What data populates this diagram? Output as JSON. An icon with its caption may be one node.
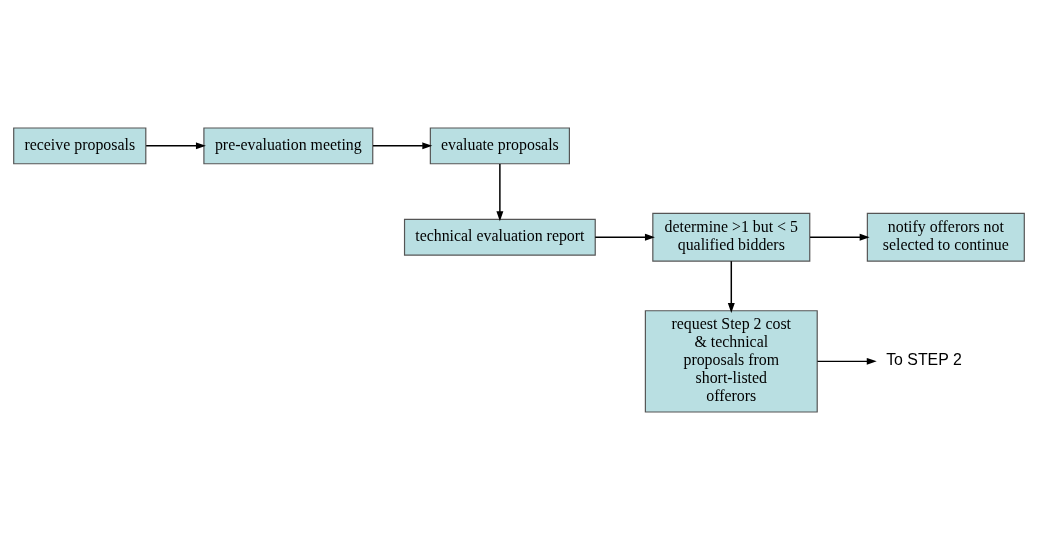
{
  "diagram": {
    "nodes": [
      {
        "text": [
          "receive proposals"
        ]
      },
      {
        "text": [
          "pre-evaluation meeting"
        ]
      },
      {
        "text": [
          "evaluate proposals"
        ]
      },
      {
        "text": [
          "notify offerors not selected to continue"
        ]
      },
      {
        "text": [
          "determine >1 but < 5 qualified bidders"
        ]
      },
      {
        "text": [
          "technical evaluation report"
        ]
      },
      {
        "text": [
          "request Step 2 cost & technical proposals from short-listed offerors"
        ]
      },
      {
        "text": [
          "To STEP 2"
        ]
      }
    ],
    "edges": [
      {
        "from": 0,
        "to": 1,
        "arrow": "to"
      },
      {
        "from": 1,
        "to": 2,
        "arrow": "to"
      },
      {
        "from": 2,
        "to": 5,
        "arrow": "to"
      },
      {
        "from": 5,
        "to": 4,
        "arrow": "to"
      },
      {
        "from": 4,
        "to": 3,
        "arrow": "to"
      },
      {
        "from": 4,
        "to": 6,
        "arrow": "to"
      },
      {
        "from": 6,
        "to": 7,
        "arrow": "to"
      }
    ]
  }
}
